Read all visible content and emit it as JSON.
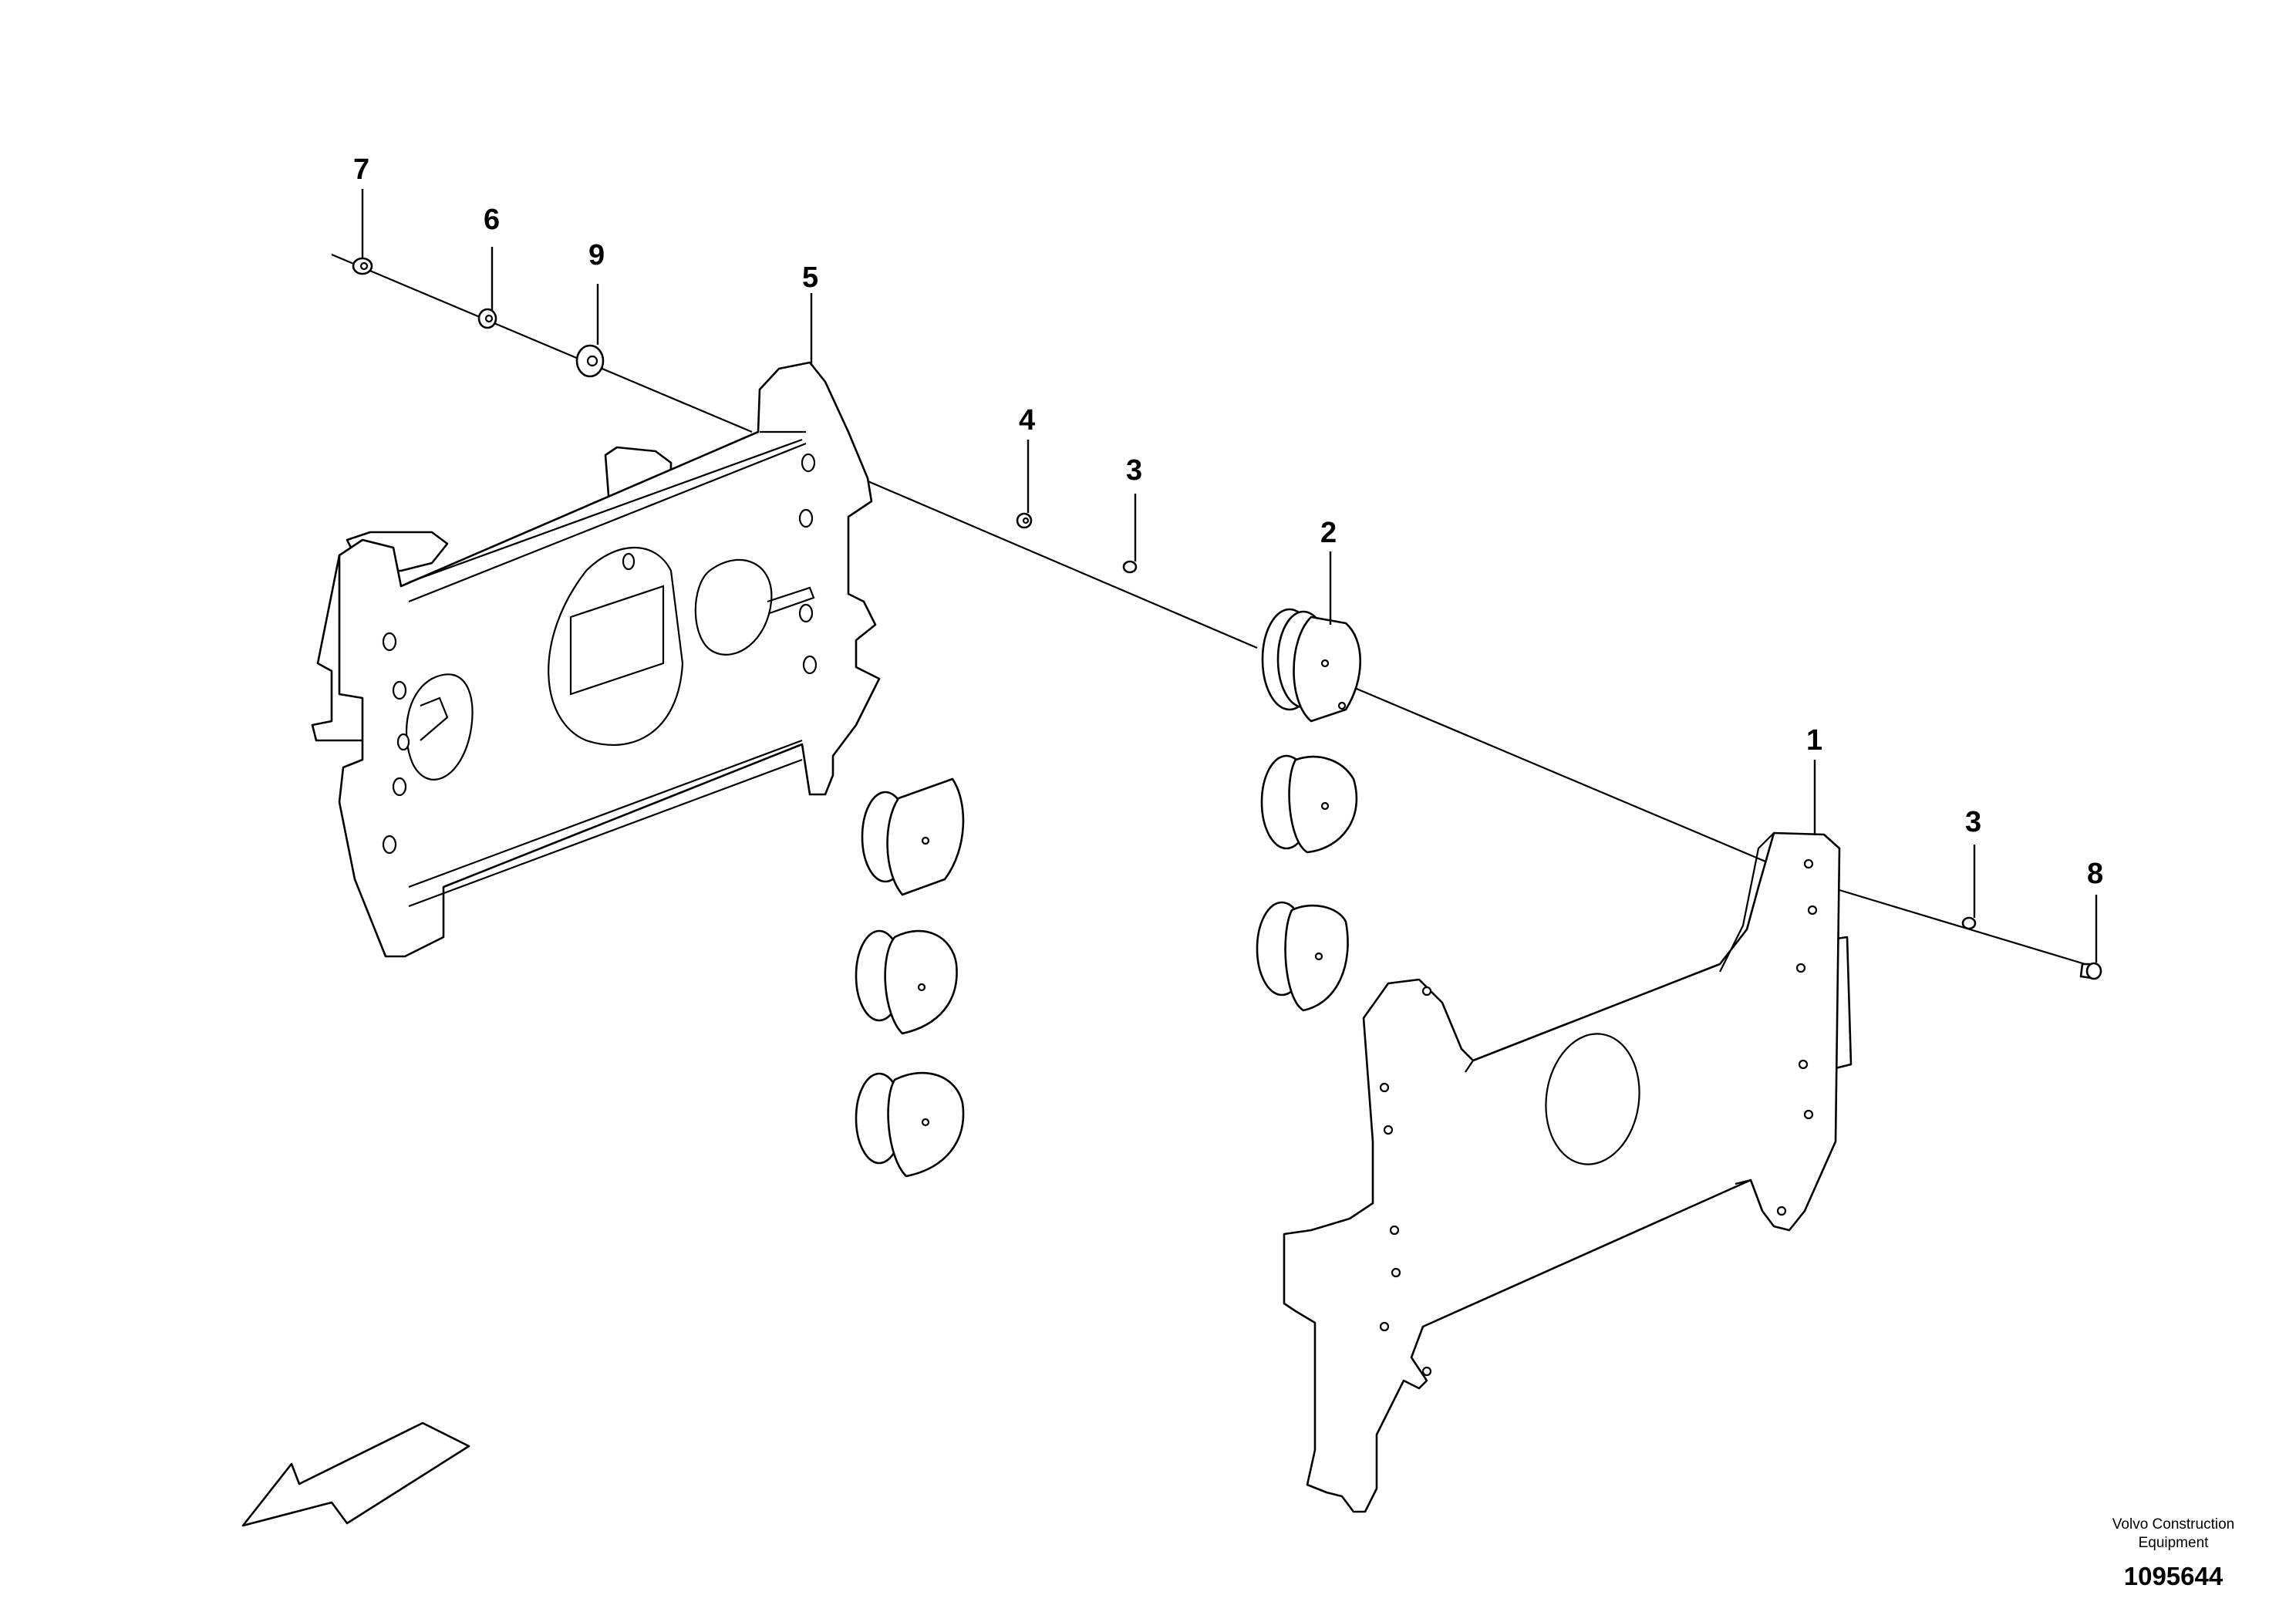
{
  "callouts": [
    {
      "id": "7",
      "label": "7"
    },
    {
      "id": "6",
      "label": "6"
    },
    {
      "id": "9",
      "label": "9"
    },
    {
      "id": "5",
      "label": "5"
    },
    {
      "id": "4",
      "label": "4"
    },
    {
      "id": "3a",
      "label": "3"
    },
    {
      "id": "2",
      "label": "2"
    },
    {
      "id": "1",
      "label": "1"
    },
    {
      "id": "3b",
      "label": "3"
    },
    {
      "id": "8",
      "label": "8"
    }
  ],
  "credit": {
    "line1": "Volvo Construction",
    "line2": "Equipment"
  },
  "document_number": "1095644",
  "icons": [
    "direction-arrow-icon"
  ]
}
